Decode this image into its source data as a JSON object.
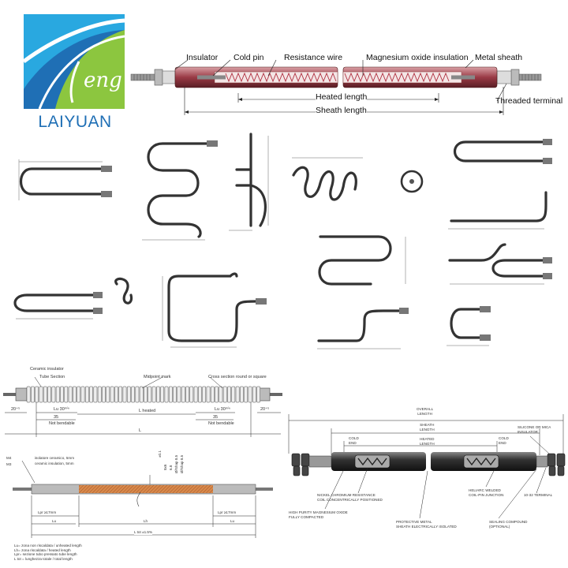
{
  "logo": {
    "script_text": "eng",
    "company": "LAIYUAN",
    "colors": {
      "blue": "#1f6fb5",
      "green": "#8cc63f",
      "cyan": "#29a8e0"
    }
  },
  "top_diagram": {
    "labels": {
      "insulator": "Insulator",
      "cold_pin": "Cold pin",
      "resistance_wire": "Resistance wire",
      "mgo": "Magnesium oxide insulation",
      "metal_sheath": "Metal sheath",
      "threaded_terminal": "Threaded terminal",
      "heated_length": "Heated length",
      "sheath_length": "Sheath length"
    }
  },
  "ceramic_diagram": {
    "labels": {
      "ceramic_insulator": "Ceramic insulator",
      "tube_section": "Tube Section",
      "midpoint_mark": "Midpoint mark",
      "cross_section": "Cross section round or square",
      "dim_left": "20⁺⁵",
      "dim_right": "20⁺⁵",
      "lu_left": "Lu  30ᵐⁱⁿ",
      "lu_right": "Lu  30ᵐⁱⁿ",
      "l_heated": "L heated",
      "d35_left": "35",
      "d35_right": "35",
      "not_bendable_left": "Not bendable",
      "not_bendable_right": "Not bendable",
      "l_total": "L"
    }
  },
  "tube_diagram": {
    "labels": {
      "m4": "M4",
      "m3": "M3",
      "iso_ceramics": "isolatore ceramico, 5mm",
      "ceramic_insulation": "ceramic insulation, 5mm",
      "d1": "±0.1",
      "d2": "8x6",
      "d3": "6.8",
      "d4": "Ø/Shap 8.5",
      "d5": "Ø/Shap 8.5",
      "lpr_left": "Lpr ≥17mm",
      "lpr_right": "Lpr ≥17mm",
      "lu_left": "Lu",
      "lh": "Lh",
      "lu_right": "Lu",
      "l_tot": "L tot ±1.5%"
    },
    "legend": [
      "Lu= zona non riscaldata / unheated length",
      "Lh= zona riscaldata / heated length",
      "Lpr= sezione tubo pressato tube length",
      "L tot = lunghezza totale / total length"
    ]
  },
  "cartridge_diagram": {
    "labels": {
      "overall_length": "OVERALL\nLENGTH",
      "sheath_length": "SHEATH\nLENGTH",
      "heated_length": "HEATED\nLENGTH",
      "cold_end_left": "COLD\nEND",
      "cold_end_right": "COLD\nEND",
      "silicone": "SILICONE OR MICA\nINSULATOR",
      "terminal": "10-32 TERMINAL",
      "mgo": "HIGH PURITY MAGNESIUM OXIDE\nFULLY COMPACTED",
      "nickel": "NICKEL CHROMIUM RESISTANCE\nCOIL CONCENTRICALLY POSITIONED",
      "sheath_iso": "PROTECTIVE METAL\nSHEATH ELECTRICALLY ISOLATED",
      "heliarc": "HELIARC WELDED\nCOIL-PIN JUNCTION",
      "sealing": "SEALING COMPOUND\n(OPTIONAL)"
    }
  }
}
